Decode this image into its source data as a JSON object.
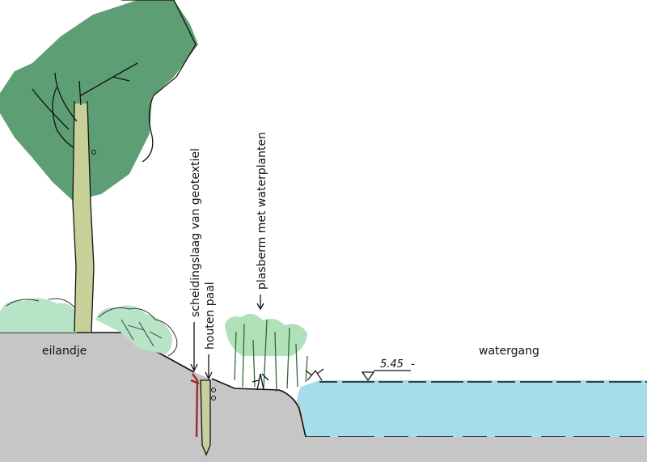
{
  "labels": {
    "island": "eilandje",
    "waterway": "watergang",
    "separation_layer": "scheidingslaag van geotextiel",
    "wooden_post": "houten paal",
    "marsh_zone": "plasberm met waterplanten",
    "water_level": "5.45"
  },
  "colors": {
    "soil": "#c6c6c6",
    "water": "#a6dde8",
    "canopy": "#5e9e74",
    "shrubs": "#b7e3c6",
    "trunk": "#c8d09a",
    "reeds": "#7fc98e",
    "post": "#c9cf9c",
    "geotextile": "#a02828",
    "outline": "#111111"
  }
}
